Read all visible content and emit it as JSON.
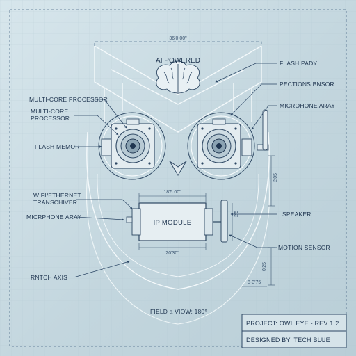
{
  "header": {
    "ai_label": "AI POWERED",
    "top_dimension": "36'0.00\""
  },
  "left_labels": {
    "processor_1": "MULTI-CORE PROCESSOR",
    "processor_2_line1": "MULTI-CORE",
    "processor_2_line2": "PROCESSOR",
    "flash_memory": "FLASH MEMOR",
    "wifi_line1": "WIFI/ETHERNET",
    "wifi_line2": "TRANSCHIVER",
    "microphone": "MICRPHONE ARAY",
    "pitch_axis": "RNTCH AXIS"
  },
  "right_labels": {
    "flash_ready": "FLASH PADY",
    "detection_sensor": "PECTIONS BNSOR",
    "microphone_array": "MICROHONE ARAY",
    "speaker": "SPEAKER",
    "motion_sensor": "MOTION SENSOR"
  },
  "module": {
    "label": "IP MODULE",
    "top_dimension": "18'5.00\"",
    "bottom_dimension": "20'30\"",
    "side_dimension": "2'5"
  },
  "dimensions": {
    "right_upper": "2'05",
    "right_lower": "0'25",
    "right_bottom": "8-3'75"
  },
  "field_of_view": "FIELD a VIOW: 180°",
  "title_block": {
    "project": "PROJECT: OWL EYE - REV 1.2",
    "designer": "DESIGNED BY: TECH BLUE"
  }
}
